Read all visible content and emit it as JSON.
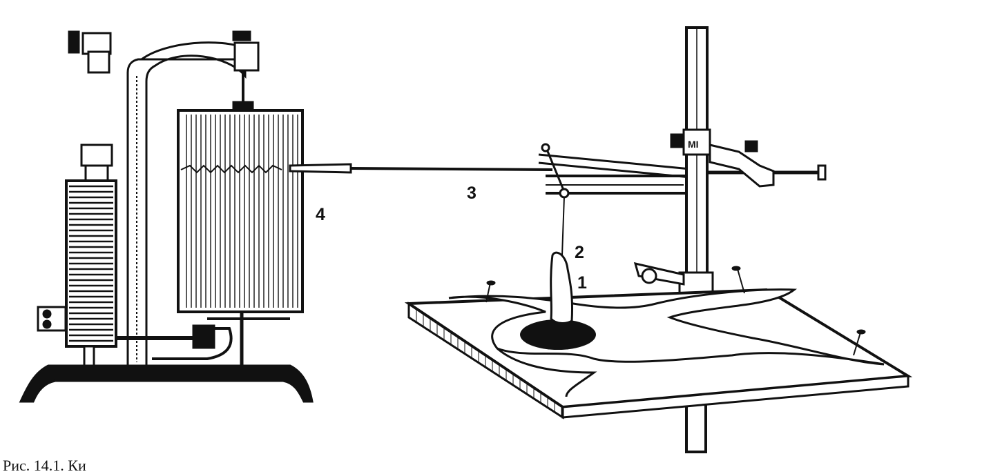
{
  "labels": {
    "frog_heart": "1",
    "thread": "2",
    "lever": "3",
    "kymograph_drum": "4"
  },
  "caption": "Рис. 14.1. Ки",
  "colors": {
    "ink": "#111111",
    "background": "#ffffff"
  }
}
